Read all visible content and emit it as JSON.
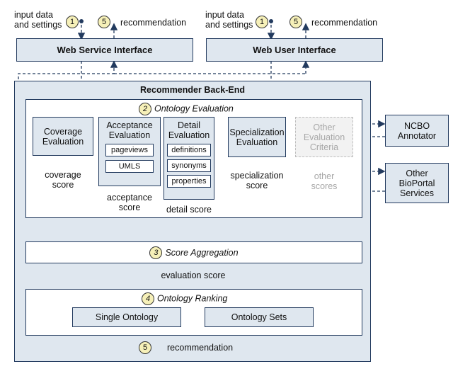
{
  "top": {
    "input_label": "input data\nand settings",
    "step1": "1",
    "step5": "5",
    "recommendation": "recommendation",
    "web_service": "Web Service Interface",
    "web_user": "Web User Interface"
  },
  "backend": {
    "title": "Recommender Back-End",
    "eval_step": "2",
    "eval_title": "Ontology Evaluation",
    "coverage": "Coverage\nEvaluation",
    "coverage_score": "coverage\nscore",
    "acceptance": "Acceptance\nEvaluation",
    "acc_items": [
      "pageviews",
      "UMLS"
    ],
    "acceptance_score": "acceptance\nscore",
    "detail": "Detail\nEvaluation",
    "detail_items": [
      "definitions",
      "synonyms",
      "properties"
    ],
    "detail_score": "detail score",
    "specialization": "Specialization\nEvaluation",
    "specialization_score": "specialization\nscore",
    "other": "Other\nEvaluation\nCriteria",
    "other_scores": "other\nscores",
    "agg_step": "3",
    "agg_title": "Score Aggregation",
    "evaluation_score": "evaluation score",
    "rank_step": "4",
    "rank_title": "Ontology Ranking",
    "single": "Single Ontology",
    "sets": "Ontology Sets",
    "rec_step": "5",
    "recommendation": "recommendation"
  },
  "services": {
    "ncbo": "NCBO\nAnnotator",
    "other": "Other\nBioPortal\nServices"
  }
}
